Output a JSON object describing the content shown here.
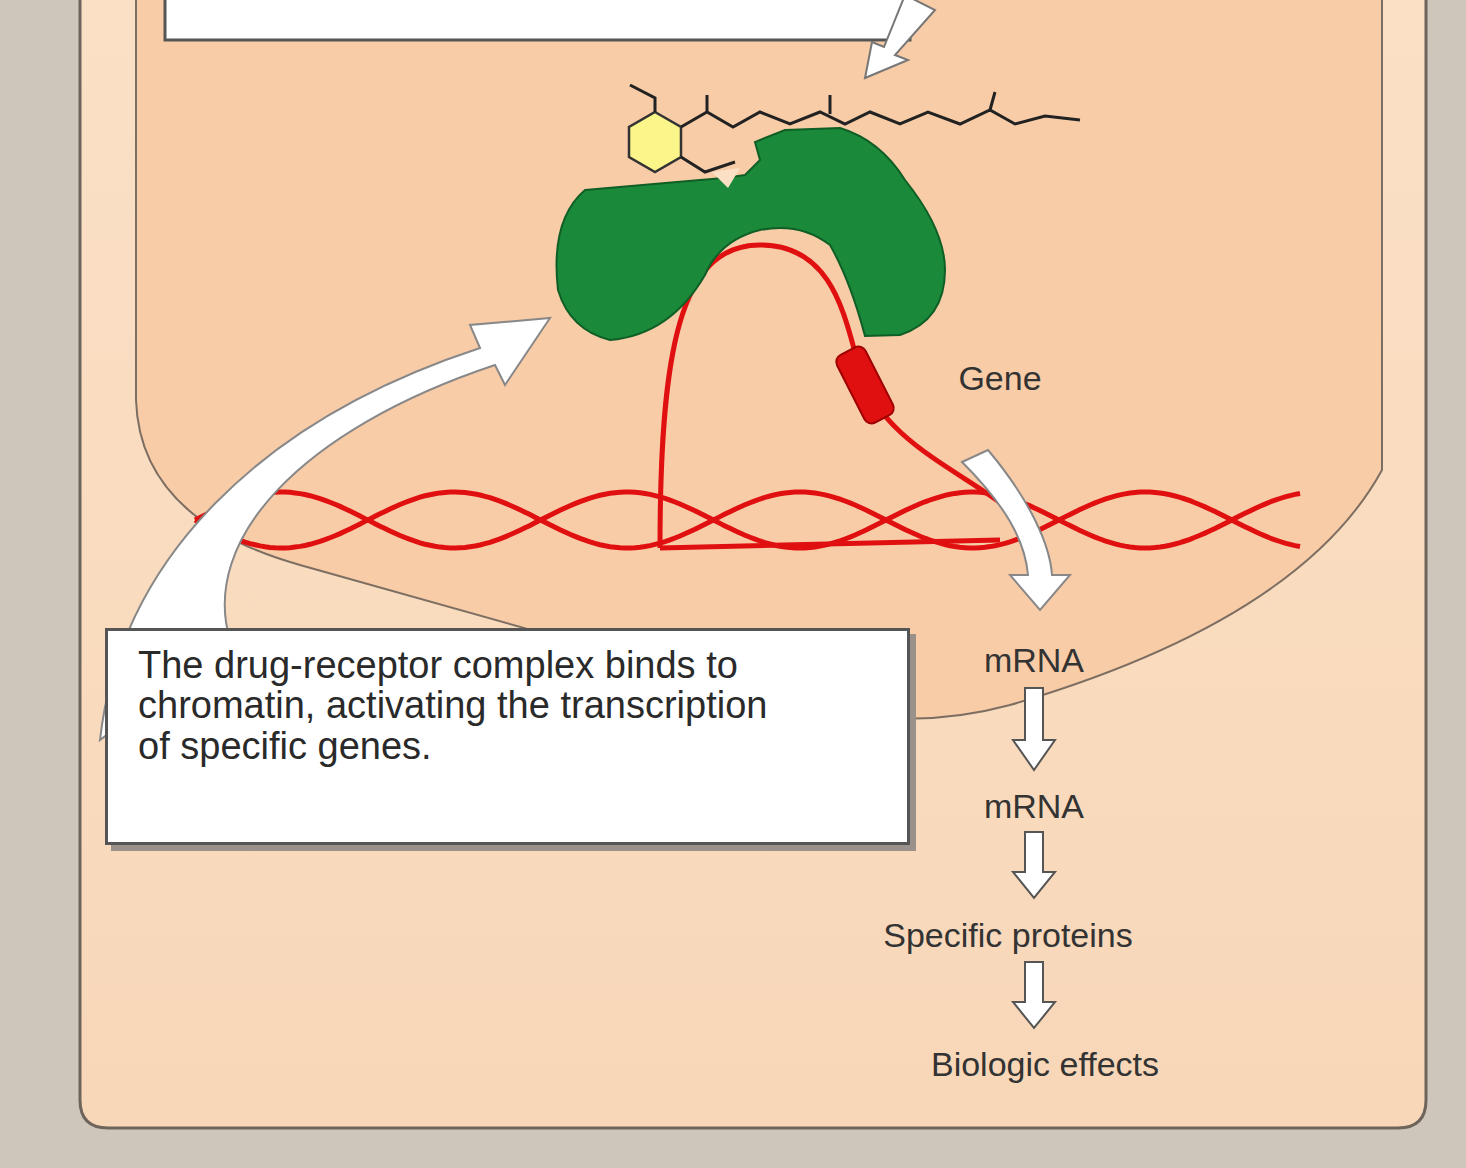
{
  "diagram": {
    "nodes": [
      {
        "text": [
          "The drug-receptor complex binds to chromatin, activating the transcription of specific genes."
        ]
      }
    ],
    "labels": [
      "Gene",
      "mRNA",
      "mRNA",
      "Specific proteins",
      "Biologic effects"
    ]
  }
}
